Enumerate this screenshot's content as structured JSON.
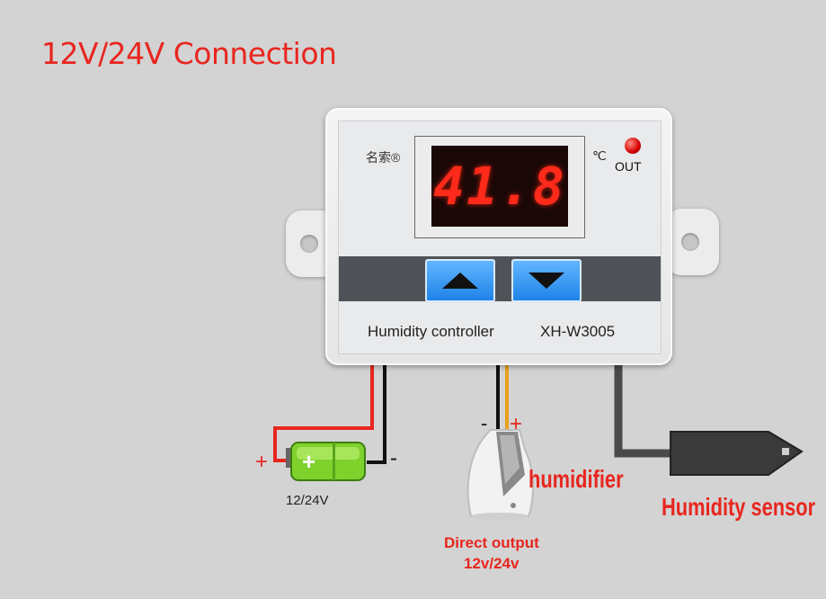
{
  "title": "12V/24V Connection",
  "device": {
    "brand": "名索®",
    "display_value": "41.8",
    "unit": "℃",
    "out_label": "OUT",
    "up_button": "up-arrow",
    "down_button": "down-arrow",
    "product_label": "Humidity controller",
    "model": "XH-W3005"
  },
  "battery": {
    "plus": "+",
    "minus": "-",
    "label": "12/24V"
  },
  "humidifier": {
    "minus": "-",
    "plus": "+",
    "label": "humidifier",
    "output_line1": "Direct output",
    "output_line2": "12v/24v"
  },
  "sensor": {
    "label": "Humidity sensor"
  },
  "colors": {
    "title": "#e8261f",
    "wire_red": "#e8261f",
    "wire_black": "#111111",
    "wire_yellow": "#e8a11a",
    "sensor_cable": "#4a4a4a",
    "button": "#1f83e8",
    "display": "#ff2a1a"
  }
}
